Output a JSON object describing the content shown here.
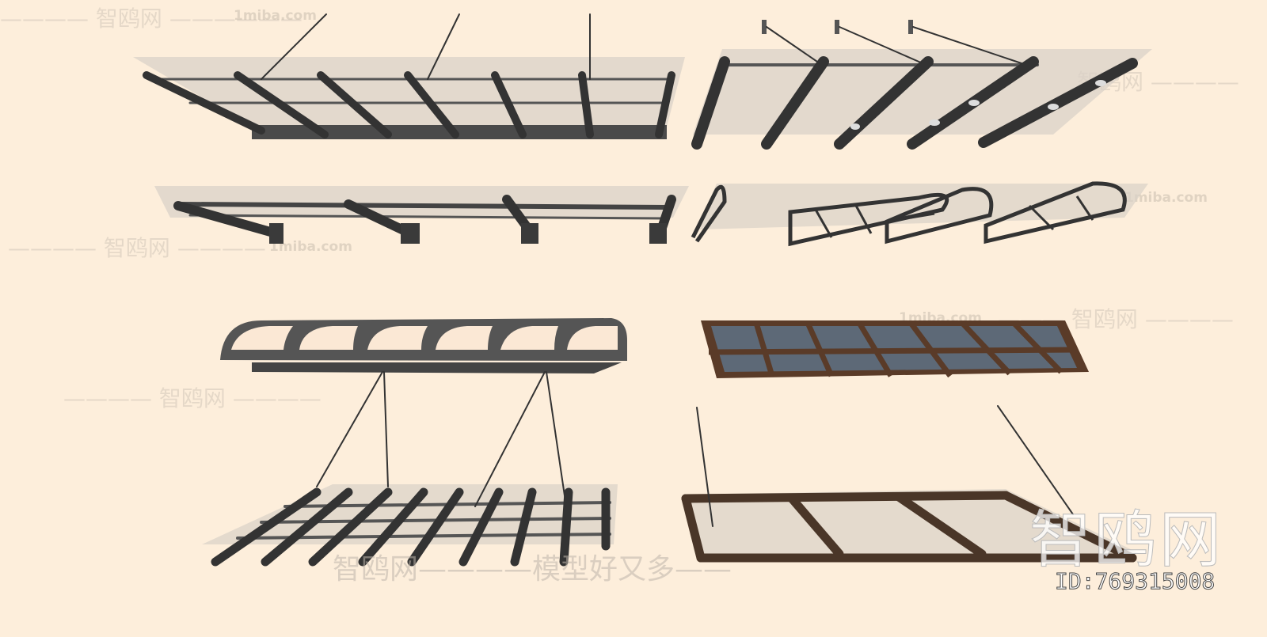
{
  "watermark": {
    "brand": "智鸥网",
    "url": "1miba.com",
    "id_label": "ID:769315008",
    "slogan": "智鸥网————模型好又多——"
  },
  "colors": {
    "background": "#fdeedb",
    "steel": "#3a3a3a",
    "glass": "#d9d2c8",
    "wood_frame": "#5a3b28",
    "panel": "#5d6977"
  },
  "models": [
    {
      "name": "cable-stayed-glass-canopy-straight-arms"
    },
    {
      "name": "cable-stayed-glass-canopy-perforated-arms"
    },
    {
      "name": "bracket-supported-glass-canopy"
    },
    {
      "name": "arched-truss-canopy"
    },
    {
      "name": "curved-polycarbonate-canopy"
    },
    {
      "name": "framed-panel-canopy"
    },
    {
      "name": "grid-beam-glass-canopy"
    },
    {
      "name": "brown-frame-glass-canopy"
    }
  ]
}
